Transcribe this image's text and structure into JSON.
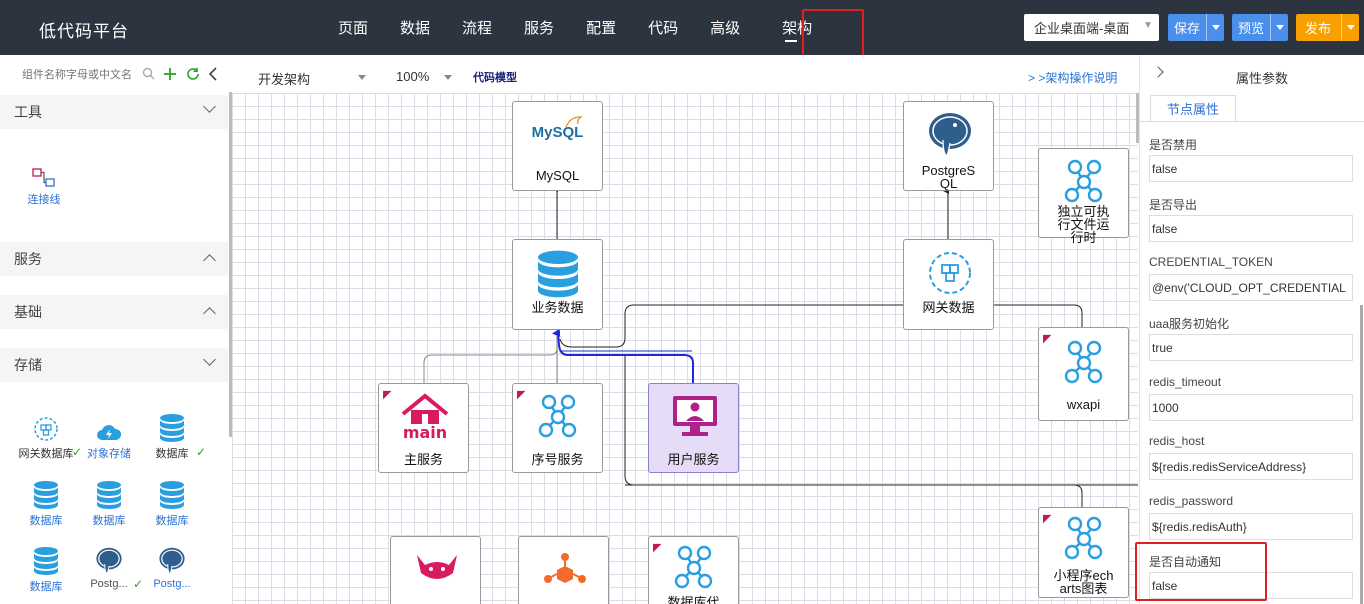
{
  "header": {
    "brand": "低代码平台",
    "nav": [
      "页面",
      "数据",
      "流程",
      "服务",
      "配置",
      "代码",
      "高级",
      "架构"
    ],
    "active_nav": "架构",
    "env": "企业桌面端-桌面",
    "save": "保存",
    "preview": "预览",
    "publish": "发布"
  },
  "sidebar": {
    "search_placeholder": "组件名称字母或中文名",
    "groups": {
      "tools": "工具",
      "service": "服务",
      "base": "基础",
      "storage": "存储"
    },
    "tools_items": [
      "连接线"
    ],
    "storage_items": [
      "网关数据库",
      "对象存储",
      "数据库",
      "数据库",
      "数据库",
      "数据库",
      "数据库",
      "Postg...",
      "Postg..."
    ]
  },
  "toolbar": {
    "arch": "开发架构",
    "zoom": "100%",
    "model": "代码模型",
    "help": "> >架构操作说明"
  },
  "canvas": {
    "nodes": {
      "mysql": "MySQL",
      "mysql_logo": "MySQL",
      "biz": "业务数据",
      "pg": "PostgreS",
      "pg2": "QL",
      "gw": "网关数据",
      "ind1": "独立可执",
      "ind2": "行文件运",
      "ind3": "行时",
      "wx": "wxapi",
      "main": "主服务",
      "main_logo": "main",
      "seq": "序号服务",
      "user": "用户服务",
      "echart1": "小程序ech",
      "echart2": "arts图表",
      "ds": "数据库代"
    }
  },
  "panel": {
    "title": "属性参数",
    "tab": "节点属性",
    "props": [
      {
        "label": "是否禁用",
        "value": "false"
      },
      {
        "label": "是否导出",
        "value": "false"
      },
      {
        "label": "CREDENTIAL_TOKEN",
        "value": "@env('CLOUD_OPT_CREDENTIAL"
      },
      {
        "label": "uaa服务初始化",
        "value": "true"
      },
      {
        "label": "redis_timeout",
        "value": "1000"
      },
      {
        "label": "redis_host",
        "value": "${redis.redisServiceAddress}"
      },
      {
        "label": "redis_password",
        "value": "${redis.redisAuth}"
      },
      {
        "label": "是否自动通知",
        "value": "false"
      }
    ]
  },
  "colors": {
    "topbar": "#2c3440",
    "accent_blue": "#4a8fe9",
    "publish": "#f7a000",
    "highlight": "#e02020",
    "node_icon": "#2a9fe0"
  }
}
